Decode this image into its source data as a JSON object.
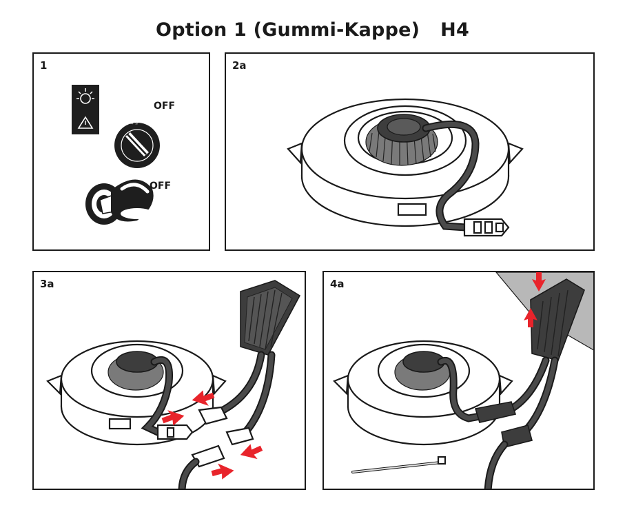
{
  "title": {
    "main": "Option 1 (Gummi-Kappe)",
    "variant": "H4"
  },
  "panels": [
    {
      "id": "1",
      "label": "1",
      "switch_labels": [
        "OFF",
        "OFF"
      ]
    },
    {
      "id": "2a",
      "label": "2a"
    },
    {
      "id": "3a",
      "label": "3a"
    },
    {
      "id": "4a",
      "label": "4a"
    }
  ],
  "colors": {
    "arrow": "#e8242b",
    "line": "#1a1a1a",
    "dark_grey": "#3d3d3d"
  },
  "icons": [
    "headlight-warning-panel-icon",
    "rotary-light-switch-icon",
    "ignition-key-icon",
    "headlight-bulb-icon",
    "connector-plug-icon",
    "driver-module-icon",
    "cable-tie-icon",
    "red-arrow-icon"
  ]
}
